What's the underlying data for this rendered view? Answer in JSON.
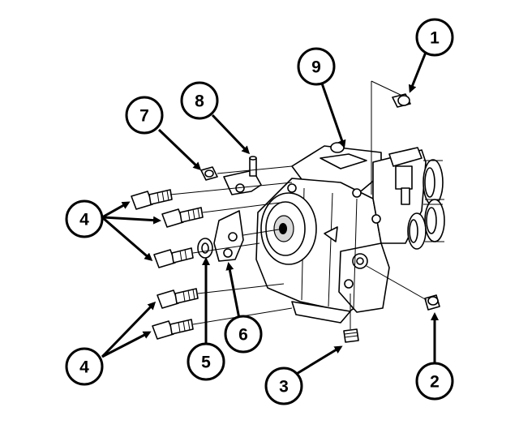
{
  "diagram": {
    "callouts": [
      {
        "id": "c1",
        "label": "1"
      },
      {
        "id": "c2",
        "label": "2"
      },
      {
        "id": "c3",
        "label": "3"
      },
      {
        "id": "c4a",
        "label": "4"
      },
      {
        "id": "c4b",
        "label": "4"
      },
      {
        "id": "c5",
        "label": "5"
      },
      {
        "id": "c6",
        "label": "6"
      },
      {
        "id": "c7",
        "label": "7"
      },
      {
        "id": "c8",
        "label": "8"
      },
      {
        "id": "c9",
        "label": "9"
      }
    ]
  }
}
